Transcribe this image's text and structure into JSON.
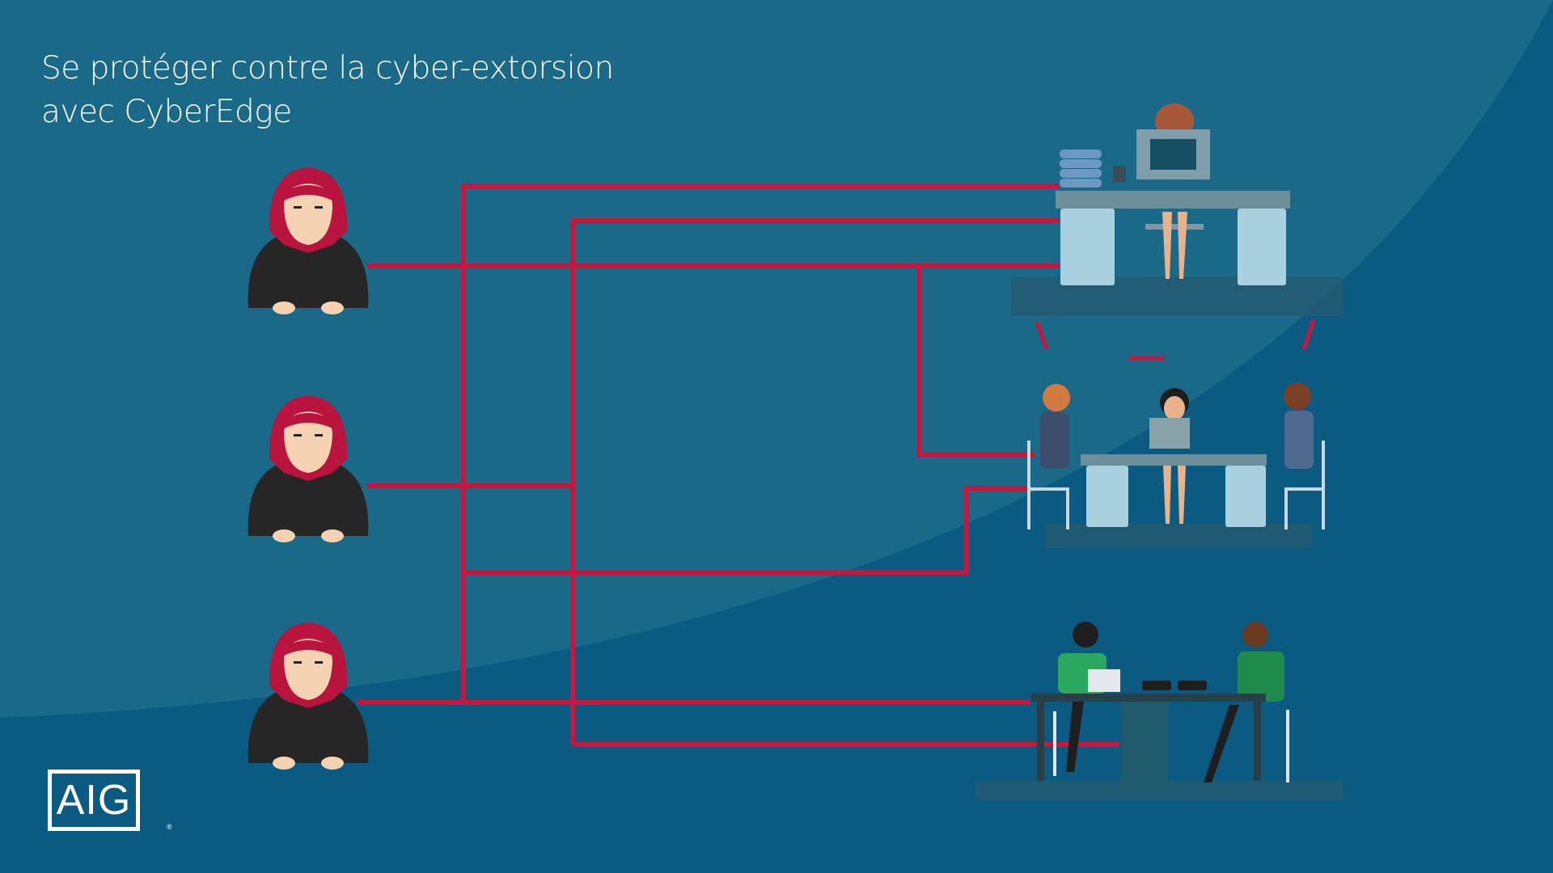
{
  "title": {
    "line1": "Se protéger contre la cyber-extorsion",
    "line2": "avec CyberEdge"
  },
  "logo": {
    "text": "AIG",
    "registered": "®"
  },
  "colors": {
    "background_light": "#1a6988",
    "background_dark": "#0b5a82",
    "connection_line": "#c8163c",
    "hood": "#b8143e"
  },
  "icons": [
    "hacker-icon",
    "office-desk-icon",
    "meeting-table-icon",
    "call-center-icon",
    "exclamation-icon"
  ]
}
